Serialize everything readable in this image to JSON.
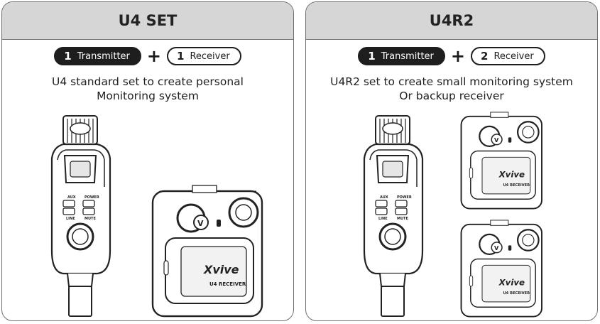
{
  "panels": [
    {
      "title": "U4 SET",
      "transmitter": {
        "count": "1",
        "label": "Transmitter"
      },
      "plus": "+",
      "receiver": {
        "count": "1",
        "label": "Receiver"
      },
      "description_line1": "U4 standard set to create personal",
      "description_line2": "Monitoring system"
    },
    {
      "title": "U4R2",
      "transmitter": {
        "count": "1",
        "label": "Transmitter"
      },
      "plus": "+",
      "receiver": {
        "count": "2",
        "label": "Receiver"
      },
      "description_line1": "U4R2 set to create small monitoring system",
      "description_line2": "Or backup receiver"
    }
  ],
  "device_labels": {
    "transmitter_aux": "AUX",
    "transmitter_power": "POWER",
    "transmitter_line": "LINE",
    "transmitter_mute": "MUTE",
    "receiver_brand": "Xvive",
    "receiver_model": "U4 RECEIVER"
  },
  "colors": {
    "header_bg": "#d6d6d6",
    "border": "#6e6e6e",
    "pill_dark": "#1e1e1e"
  }
}
